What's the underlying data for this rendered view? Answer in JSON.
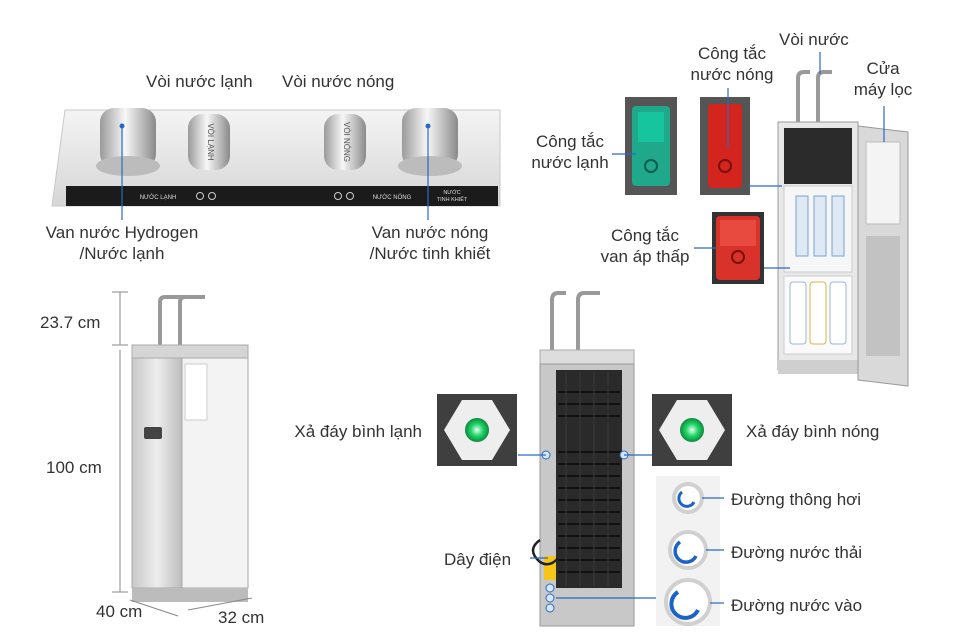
{
  "labels": {
    "cold_tap": "Vòi nước lạnh",
    "hot_tap": "Vòi nước nóng",
    "valve_h2_line1": "Van nước Hydrogen",
    "valve_h2_line2": "/Nước lạnh",
    "valve_hot_line1": "Van nước nóng",
    "valve_hot_line2": "/Nước tinh khiết",
    "hot_switch_line1": "Công tắc",
    "hot_switch_line2": "nước nóng",
    "faucet": "Vòi nước",
    "filter_door_line1": "Cửa",
    "filter_door_line2": "máy lọc",
    "cold_switch_line1": "Công tắc",
    "cold_switch_line2": "nước lạnh",
    "lowp_switch_line1": "Công tắc",
    "lowp_switch_line2": "van áp thấp",
    "dim_height_top": "23.7 cm",
    "dim_height_body": "100 cm",
    "dim_depth": "40 cm",
    "dim_width": "32 cm",
    "drain_cold": "Xả đáy bình lạnh",
    "drain_hot": "Xả đáy bình nóng",
    "vent_line": "Đường thông hơi",
    "waste_line": "Đường nước thải",
    "inlet_line": "Đường nước vào",
    "power_cord": "Dây điện"
  },
  "panel_text": {
    "cold_tap_print": "VÒI LẠNH",
    "hot_tap_print": "VÒI NÓNG",
    "panel_cold": "NƯỚC LẠNH",
    "panel_hot": "NƯỚC NÓNG",
    "panel_pure_line1": "NƯỚC",
    "panel_pure_line2": "TINH KHIẾT"
  },
  "colors": {
    "cold_switch": "#1fa88a",
    "hot_switch": "#d3241e",
    "lowp_switch": "#d8322a",
    "drain_led": "#22d66a",
    "line_blue": "#2a69c5",
    "vent_blue": "#1c63c9"
  }
}
